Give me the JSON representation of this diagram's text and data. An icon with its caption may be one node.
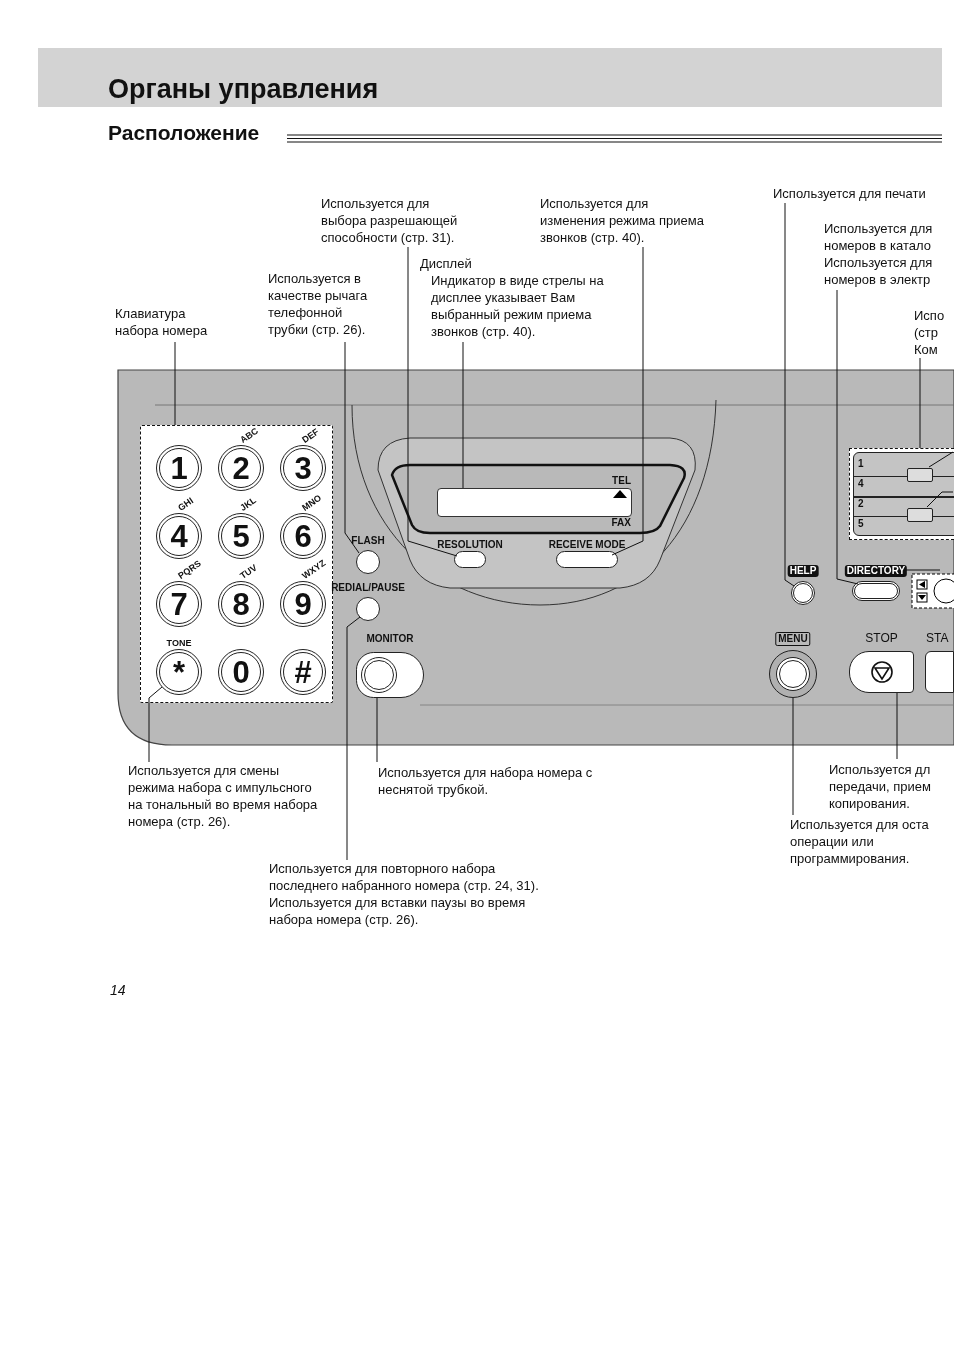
{
  "diagram": {
    "title": "Органы управления",
    "nodes": [
      {
        "text": [
          "Используется для выбора разрешающей способности (стр. 31)."
        ]
      },
      {
        "text": [
          "Используется для изменения режима приема звонков (стр. 40)."
        ]
      },
      {
        "text": [
          "Используется для печати"
        ]
      },
      {
        "text": [
          "Используется для номеров в катало",
          "Используется для номеров в электр"
        ]
      },
      {
        "text": [
          "Испо (стр Ком"
        ]
      },
      {
        "text": [
          "Используется в качестве рычага телефонной трубки (стр. 26)."
        ]
      },
      {
        "text": [
          "Дисплей",
          "Индикатор в виде стрелы на дисплее указывает Вам выбранный режим приема звонков (стр. 40)."
        ]
      },
      {
        "text": [
          "Клавиатура набора номера"
        ]
      },
      {
        "text": [],
        "shape": "box"
      },
      {
        "text": [
          "1"
        ],
        "in": 8
      },
      {
        "text": [
          "2"
        ],
        "in": 8,
        "beside": [
          "ABC"
        ]
      },
      {
        "text": [
          "3"
        ],
        "in": 8,
        "beside": [
          "DEF"
        ]
      },
      {
        "text": [
          "4"
        ],
        "in": 8,
        "beside": [
          "GHI"
        ]
      },
      {
        "text": [
          "5"
        ],
        "in": 8,
        "beside": [
          "JKL"
        ]
      },
      {
        "text": [
          "6"
        ],
        "in": 8,
        "beside": [
          "MNO"
        ]
      },
      {
        "text": [
          "7"
        ],
        "in": 8,
        "beside": [
          "PQRS"
        ]
      },
      {
        "text": [
          "8"
        ],
        "in": 8,
        "beside": [
          "TUV"
        ]
      },
      {
        "text": [
          "9"
        ],
        "in": 8,
        "beside": [
          "WXYZ"
        ]
      },
      {
        "text": [
          "*"
        ],
        "in": 8,
        "beside": [
          "TONE"
        ]
      },
      {
        "text": [
          "0"
        ],
        "in": 8
      },
      {
        "text": [
          "#"
        ],
        "in": 8
      },
      {
        "text": [
          "FLASH"
        ]
      },
      {
        "text": [
          "REDIAL/PAUSE"
        ]
      },
      {
        "text": [
          "MONITOR"
        ]
      },
      {
        "text": [
          "TEL",
          "FAX"
        ]
      },
      {
        "text": [
          "RESOLUTION"
        ]
      },
      {
        "text": [
          "RECEIVE MODE"
        ]
      },
      {
        "text": [
          "HELP"
        ]
      },
      {
        "text": [
          "DIRECTORY"
        ]
      },
      {
        "text": [
          "1",
          "4",
          "2",
          "5"
        ]
      },
      {
        "text": [],
        "shape": "box",
        "in": 29
      },
      {
        "text": [],
        "shape": "box",
        "in": 29
      },
      {
        "text": [
          "MENU"
        ]
      },
      {
        "text": [
          "STOP"
        ]
      },
      {
        "text": [
          "STA"
        ]
      },
      {
        "text": [
          "Используется для смены режима набора с импульсного на тональный во время набора номера (стр. 26)."
        ]
      },
      {
        "text": [
          "Используется для набора номера с неснятой трубкой."
        ]
      },
      {
        "text": [
          "Используется для повторного набора последнего набранного номера (стр. 24, 31).",
          "Используется для вставки паузы во время набора номера (стр. 26)."
        ]
      },
      {
        "text": [
          "Используется дл передачи, прием копирования."
        ]
      },
      {
        "text": [
          "Используется для оста операции или программирования."
        ]
      }
    ],
    "edges": [
      {
        "from": 0,
        "to": 25,
        "arrow": "none"
      },
      {
        "from": 1,
        "to": 26,
        "arrow": "none"
      },
      {
        "from": 2,
        "to": 27,
        "arrow": "none"
      },
      {
        "from": 3,
        "to": 28,
        "arrow": "none"
      },
      {
        "from": 4,
        "to": 29,
        "arrow": "none"
      },
      {
        "from": 5,
        "to": 21,
        "arrow": "none"
      },
      {
        "from": 6,
        "to": 24,
        "arrow": "none"
      },
      {
        "from": 7,
        "to": 8,
        "arrow": "none"
      },
      {
        "from": 29,
        "to": 30,
        "arrow": "none"
      },
      {
        "from": 29,
        "to": 31,
        "arrow": "none"
      },
      {
        "from": 35,
        "to": 18,
        "arrow": "none"
      },
      {
        "from": 36,
        "to": 23,
        "arrow": "none"
      },
      {
        "from": 37,
        "to": 22,
        "arrow": "none"
      },
      {
        "from": 38,
        "to": 33,
        "arrow": "none"
      },
      {
        "from": 39,
        "to": 32,
        "arrow": "none"
      }
    ],
    "labels": [
      "Расположение",
      "14"
    ]
  }
}
